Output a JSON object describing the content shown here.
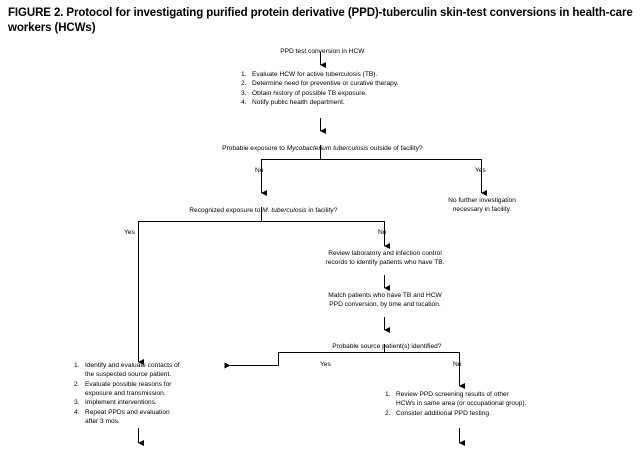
{
  "figure": {
    "title": "FIGURE 2. Protocol for investigating purified protein derivative (PPD)-tuberculin skin-test conversions in health-care workers (HCWs)",
    "type": "flowchart",
    "line_color": "#000000",
    "background_color": "#ffffff",
    "text_color": "#000000"
  },
  "nodes": {
    "start": {
      "label": "PPD test conversion in HCW"
    },
    "initial_steps": {
      "items": [
        "Evaluate HCW for active tuberculosis (TB).",
        "Determine need for preventive or curative therapy.",
        "Obtain history of possible TB exposure.",
        "Notify public health department."
      ]
    },
    "decision_outside": {
      "prefix": "Probable exposure to ",
      "italic": "Mycobacterium tuberculosis",
      "suffix": " outside of facility?"
    },
    "no_further": {
      "line1": "No further investigation",
      "line2": "necessary in facility."
    },
    "decision_facility": {
      "prefix": "Recognized exposure to ",
      "italic": "M. tuberculosis",
      "suffix": " in facility?"
    },
    "review_records": {
      "line1": "Review laboratory and infection control",
      "line2": "records to identify patients who have TB."
    },
    "match_patients": {
      "line1": "Match patients who have TB and HCW",
      "line2": "PPD conversion, by time and location."
    },
    "decision_source": {
      "label": "Probable source patient(s) identified?"
    },
    "contacts_actions": {
      "items": [
        [
          "Identify and evaluate contacts of",
          "the suspected source patient."
        ],
        [
          "Evaluate possible reasons for",
          "exposure and transmission."
        ],
        [
          "Implement interventions."
        ],
        [
          "Repeat PPDs and evaluation",
          "after 3 mos."
        ]
      ]
    },
    "screening_actions": {
      "items": [
        [
          "Review PPD screening results of other",
          "HCWs in same area (or occupational group)."
        ],
        [
          "Consider additional PPD testing."
        ]
      ]
    }
  },
  "branch_labels": {
    "outside_no": "No",
    "outside_yes": "Yes",
    "facility_yes": "Yes",
    "facility_no": "No",
    "source_yes": "Yes",
    "source_no": "No"
  }
}
